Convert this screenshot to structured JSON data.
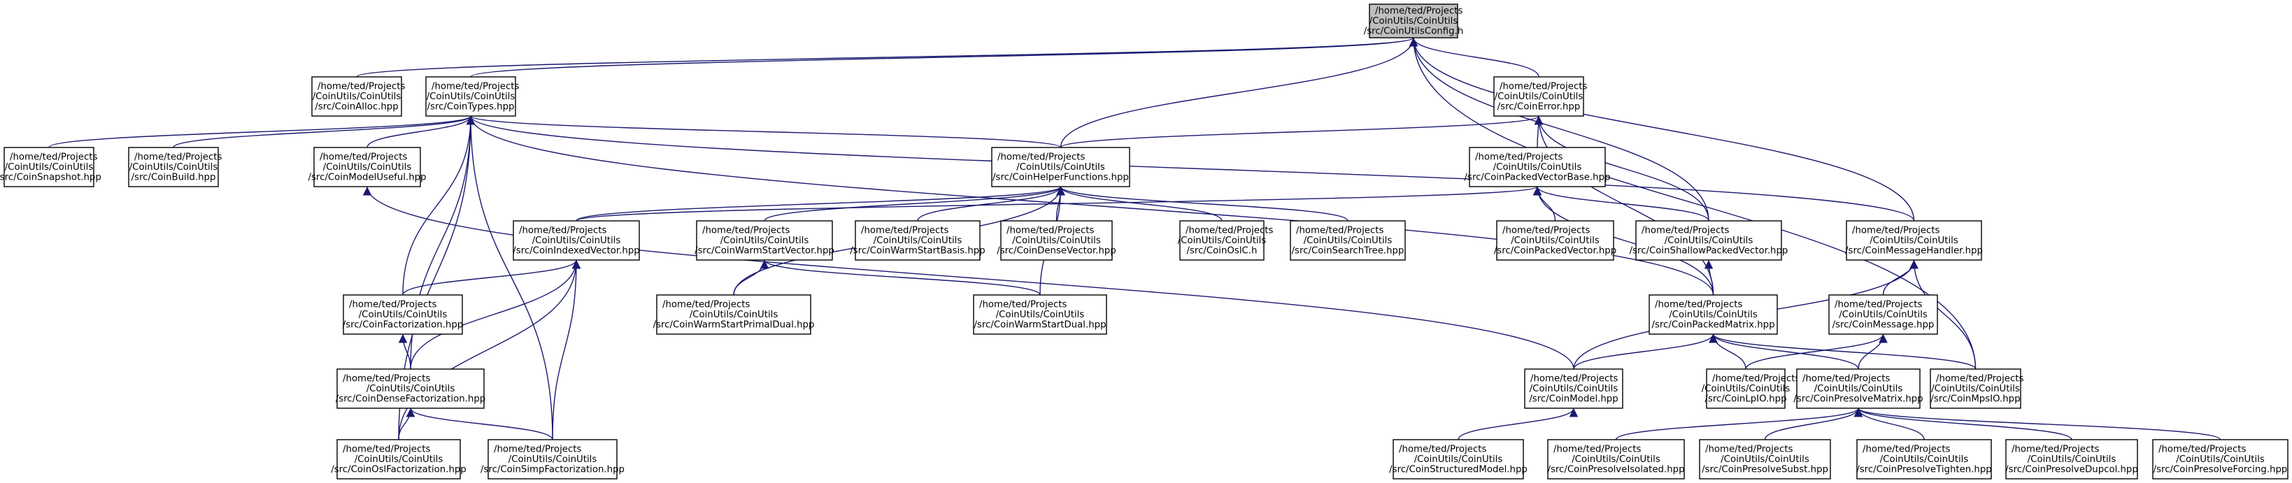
{
  "nodes": [
    {
      "id": "n0",
      "lines": [
        "/home/ted/Projects",
        "/CoinUtils/CoinUtils",
        "/src/CoinUtilsConfig.h"
      ],
      "root": true
    },
    {
      "id": "n1",
      "lines": [
        "/home/ted/Projects",
        "/CoinUtils/CoinUtils",
        "/src/CoinAlloc.hpp"
      ]
    },
    {
      "id": "n2",
      "lines": [
        "/home/ted/Projects",
        "/CoinUtils/CoinUtils",
        "/src/CoinTypes.hpp"
      ]
    },
    {
      "id": "n3",
      "lines": [
        "/home/ted/Projects",
        "/CoinUtils/CoinUtils",
        "/src/CoinError.hpp"
      ]
    },
    {
      "id": "n4",
      "lines": [
        "/home/ted/Projects",
        "/CoinUtils/CoinUtils",
        "/src/CoinSnapshot.hpp"
      ]
    },
    {
      "id": "n5",
      "lines": [
        "/home/ted/Projects",
        "/CoinUtils/CoinUtils",
        "/src/CoinBuild.hpp"
      ]
    },
    {
      "id": "n6",
      "lines": [
        "/home/ted/Projects",
        "/CoinUtils/CoinUtils",
        "/src/CoinModelUseful.hpp"
      ]
    },
    {
      "id": "n7",
      "lines": [
        "/home/ted/Projects",
        "/CoinUtils/CoinUtils",
        "/src/CoinHelperFunctions.hpp"
      ]
    },
    {
      "id": "n8",
      "lines": [
        "/home/ted/Projects",
        "/CoinUtils/CoinUtils",
        "/src/CoinPackedVectorBase.hpp"
      ]
    },
    {
      "id": "n9",
      "lines": [
        "/home/ted/Projects",
        "/CoinUtils/CoinUtils",
        "/src/CoinIndexedVector.hpp"
      ]
    },
    {
      "id": "n10",
      "lines": [
        "/home/ted/Projects",
        "/CoinUtils/CoinUtils",
        "/src/CoinWarmStartVector.hpp"
      ]
    },
    {
      "id": "n11",
      "lines": [
        "/home/ted/Projects",
        "/CoinUtils/CoinUtils",
        "/src/CoinWarmStartBasis.hpp"
      ]
    },
    {
      "id": "n12",
      "lines": [
        "/home/ted/Projects",
        "/CoinUtils/CoinUtils",
        "/src/CoinDenseVector.hpp"
      ]
    },
    {
      "id": "n13",
      "lines": [
        "/home/ted/Projects",
        "/CoinUtils/CoinUtils",
        "/src/CoinOslC.h"
      ]
    },
    {
      "id": "n14",
      "lines": [
        "/home/ted/Projects",
        "/CoinUtils/CoinUtils",
        "/src/CoinSearchTree.hpp"
      ]
    },
    {
      "id": "n15",
      "lines": [
        "/home/ted/Projects",
        "/CoinUtils/CoinUtils",
        "/src/CoinPackedVector.hpp"
      ]
    },
    {
      "id": "n16",
      "lines": [
        "/home/ted/Projects",
        "/CoinUtils/CoinUtils",
        "/src/CoinShallowPackedVector.hpp"
      ]
    },
    {
      "id": "n17",
      "lines": [
        "/home/ted/Projects",
        "/CoinUtils/CoinUtils",
        "/src/CoinMessageHandler.hpp"
      ]
    },
    {
      "id": "n18",
      "lines": [
        "/home/ted/Projects",
        "/CoinUtils/CoinUtils",
        "/src/CoinFactorization.hpp"
      ]
    },
    {
      "id": "n19",
      "lines": [
        "/home/ted/Projects",
        "/CoinUtils/CoinUtils",
        "/src/CoinWarmStartPrimalDual.hpp"
      ]
    },
    {
      "id": "n20",
      "lines": [
        "/home/ted/Projects",
        "/CoinUtils/CoinUtils",
        "/src/CoinWarmStartDual.hpp"
      ]
    },
    {
      "id": "n21",
      "lines": [
        "/home/ted/Projects",
        "/CoinUtils/CoinUtils",
        "/src/CoinPackedMatrix.hpp"
      ]
    },
    {
      "id": "n22",
      "lines": [
        "/home/ted/Projects",
        "/CoinUtils/CoinUtils",
        "/src/CoinMessage.hpp"
      ]
    },
    {
      "id": "n23",
      "lines": [
        "/home/ted/Projects",
        "/CoinUtils/CoinUtils",
        "/src/CoinDenseFactorization.hpp"
      ]
    },
    {
      "id": "n24",
      "lines": [
        "/home/ted/Projects",
        "/CoinUtils/CoinUtils",
        "/src/CoinModel.hpp"
      ]
    },
    {
      "id": "n25",
      "lines": [
        "/home/ted/Projects",
        "/CoinUtils/CoinUtils",
        "/src/CoinLpIO.hpp"
      ]
    },
    {
      "id": "n26",
      "lines": [
        "/home/ted/Projects",
        "/CoinUtils/CoinUtils",
        "/src/CoinPresolveMatrix.hpp"
      ]
    },
    {
      "id": "n27",
      "lines": [
        "/home/ted/Projects",
        "/CoinUtils/CoinUtils",
        "/src/CoinMpsIO.hpp"
      ]
    },
    {
      "id": "n28",
      "lines": [
        "/home/ted/Projects",
        "/CoinUtils/CoinUtils",
        "/src/CoinOslFactorization.hpp"
      ]
    },
    {
      "id": "n29",
      "lines": [
        "/home/ted/Projects",
        "/CoinUtils/CoinUtils",
        "/src/CoinSimpFactorization.hpp"
      ]
    },
    {
      "id": "n30",
      "lines": [
        "/home/ted/Projects",
        "/CoinUtils/CoinUtils",
        "/src/CoinStructuredModel.hpp"
      ]
    },
    {
      "id": "n31",
      "lines": [
        "/home/ted/Projects",
        "/CoinUtils/CoinUtils",
        "/src/CoinPresolveIsolated.hpp"
      ]
    },
    {
      "id": "n32",
      "lines": [
        "/home/ted/Projects",
        "/CoinUtils/CoinUtils",
        "/src/CoinPresolveSubst.hpp"
      ]
    },
    {
      "id": "n33",
      "lines": [
        "/home/ted/Projects",
        "/CoinUtils/CoinUtils",
        "/src/CoinPresolveTighten.hpp"
      ]
    },
    {
      "id": "n34",
      "lines": [
        "/home/ted/Projects",
        "/CoinUtils/CoinUtils",
        "/src/CoinPresolveDupcol.hpp"
      ]
    },
    {
      "id": "n35",
      "lines": [
        "/home/ted/Projects",
        "/CoinUtils/CoinUtils",
        "/src/CoinPresolveForcing.hpp"
      ]
    }
  ],
  "edges": [
    [
      "n1",
      "n0"
    ],
    [
      "n2",
      "n0"
    ],
    [
      "n3",
      "n0"
    ],
    [
      "n7",
      "n0"
    ],
    [
      "n16",
      "n0"
    ],
    [
      "n17",
      "n0"
    ],
    [
      "n27",
      "n0"
    ],
    [
      "n4",
      "n2"
    ],
    [
      "n5",
      "n2"
    ],
    [
      "n6",
      "n2"
    ],
    [
      "n7",
      "n2"
    ],
    [
      "n17",
      "n2"
    ],
    [
      "n18",
      "n2"
    ],
    [
      "n23",
      "n2"
    ],
    [
      "n28",
      "n2"
    ],
    [
      "n29",
      "n2"
    ],
    [
      "n21",
      "n2"
    ],
    [
      "n7",
      "n3"
    ],
    [
      "n8",
      "n3"
    ],
    [
      "n16",
      "n3"
    ],
    [
      "n21",
      "n3"
    ],
    [
      "n9",
      "n7"
    ],
    [
      "n10",
      "n7"
    ],
    [
      "n11",
      "n7"
    ],
    [
      "n12",
      "n7"
    ],
    [
      "n13",
      "n7"
    ],
    [
      "n14",
      "n7"
    ],
    [
      "n19",
      "n7"
    ],
    [
      "n20",
      "n7"
    ],
    [
      "n9",
      "n8"
    ],
    [
      "n15",
      "n8"
    ],
    [
      "n16",
      "n8"
    ],
    [
      "n21",
      "n8"
    ],
    [
      "n18",
      "n9"
    ],
    [
      "n23",
      "n9"
    ],
    [
      "n28",
      "n9"
    ],
    [
      "n29",
      "n9"
    ],
    [
      "n19",
      "n10"
    ],
    [
      "n20",
      "n10"
    ],
    [
      "n21",
      "n16"
    ],
    [
      "n22",
      "n17"
    ],
    [
      "n24",
      "n17"
    ],
    [
      "n27",
      "n17"
    ],
    [
      "n23",
      "n18"
    ],
    [
      "n24",
      "n21"
    ],
    [
      "n25",
      "n21"
    ],
    [
      "n26",
      "n21"
    ],
    [
      "n27",
      "n21"
    ],
    [
      "n25",
      "n22"
    ],
    [
      "n26",
      "n22"
    ],
    [
      "n28",
      "n23"
    ],
    [
      "n29",
      "n23"
    ],
    [
      "n24",
      "n6"
    ],
    [
      "n30",
      "n24"
    ],
    [
      "n31",
      "n26"
    ],
    [
      "n32",
      "n26"
    ],
    [
      "n33",
      "n26"
    ],
    [
      "n34",
      "n26"
    ],
    [
      "n35",
      "n26"
    ]
  ],
  "colors": {
    "edge": "#191970",
    "root_fill": "#bfbfbf",
    "node_fill": "#ffffff",
    "border": "#000000"
  }
}
